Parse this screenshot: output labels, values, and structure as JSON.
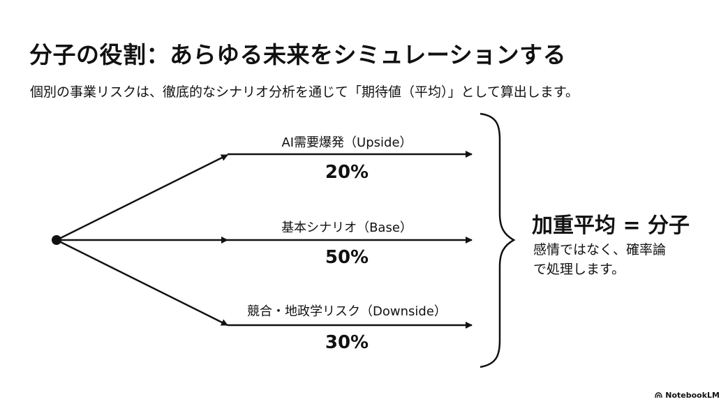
{
  "header": {
    "title": "分子の役割：あらゆる未来をシミュレーションする",
    "subtitle": "個別の事業リスクは、徹底的なシナリオ分析を通じて「期待値（平均）」として算出します。"
  },
  "branches": [
    {
      "label": "AI需要爆発（Upside）",
      "probability": "20%"
    },
    {
      "label": "基本シナリオ（Base）",
      "probability": "50%"
    },
    {
      "label": "競合・地政学リスク（Downside）",
      "probability": "30%"
    }
  ],
  "result": {
    "title": "加重平均 = 分子",
    "description_line1": "感情ではなく、確率論",
    "description_line2": "で処理します。"
  },
  "brand": {
    "name": "NotebookLM",
    "icon": "notebooklm-logo-icon"
  },
  "colors": {
    "text": "#111111",
    "background": "#ffffff"
  }
}
